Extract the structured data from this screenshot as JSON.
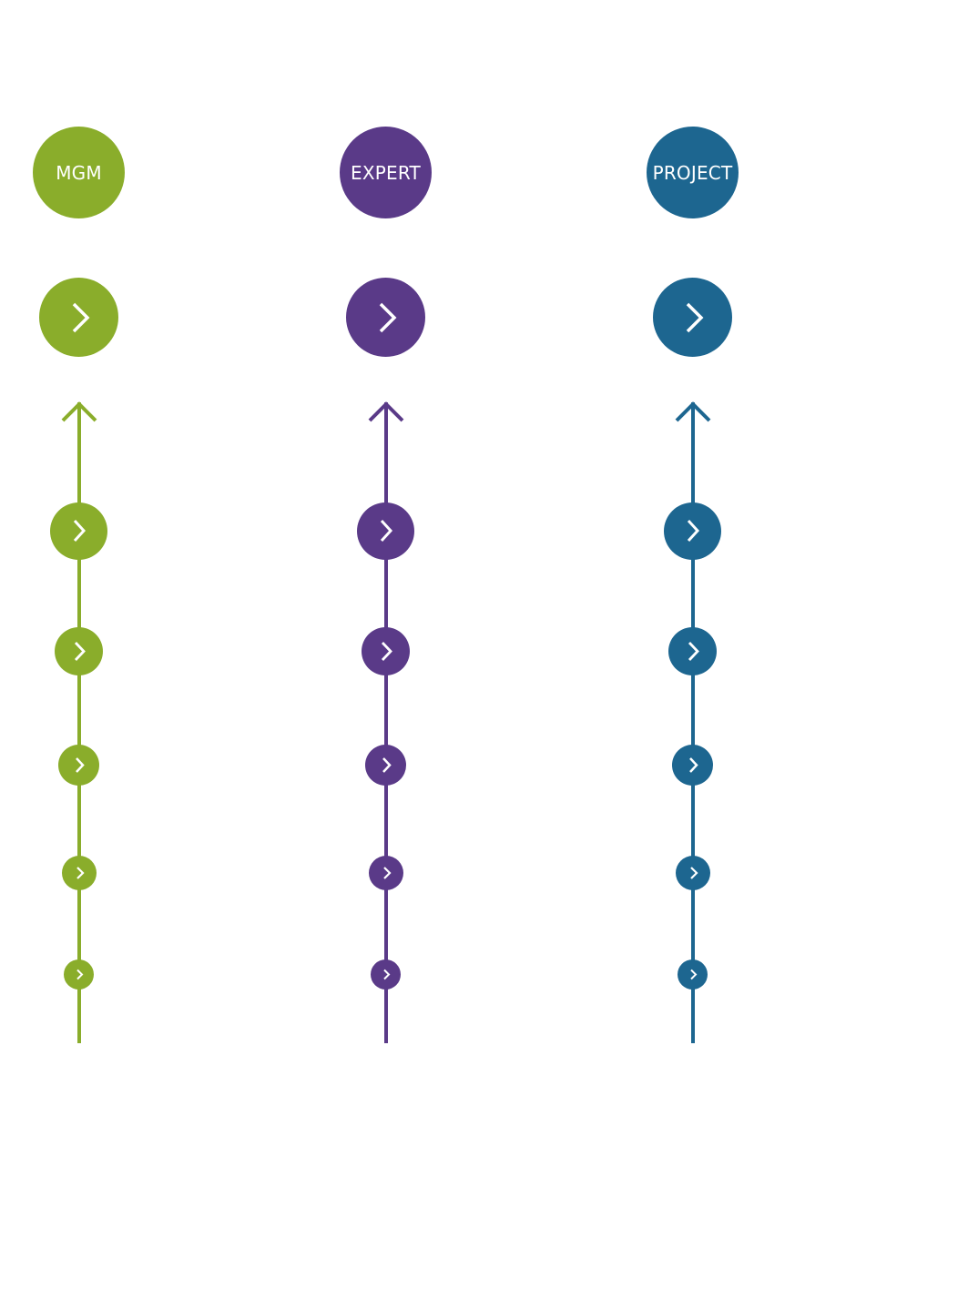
{
  "columns": [
    {
      "id": "mgm",
      "label": "MGM",
      "color": "#8aad2b",
      "icon": "chevron-right-icon"
    },
    {
      "id": "expert",
      "label": "EXPERT",
      "color": "#5a3a88",
      "icon": "chevron-right-icon"
    },
    {
      "id": "project",
      "label": "PROJECT",
      "color": "#1d6690",
      "icon": "chevron-right-icon"
    }
  ],
  "timeline": {
    "top_icon": "arrow-up-icon",
    "step_icon": "chevron-right-icon",
    "step_count": 5
  }
}
